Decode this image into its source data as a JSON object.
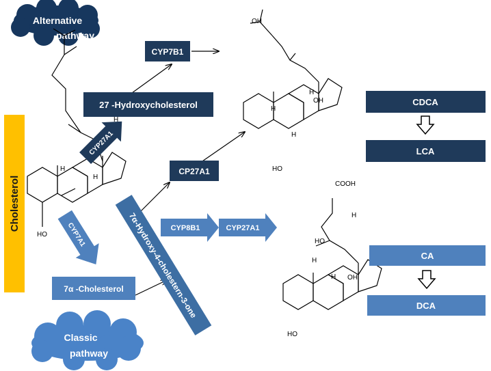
{
  "colors": {
    "dark_navy": "#1f3a5a",
    "mid_blue": "#3d6ea3",
    "light_blue": "#4f81bd",
    "cloud_dark": "#17375e",
    "cloud_light": "#4a83c8",
    "cholesterol_yellow": "#ffc000"
  },
  "clouds": {
    "alternative": {
      "line1": "Alternative",
      "line2": "pathway"
    },
    "classic": {
      "line1": "Classic",
      "line2": "pathway"
    }
  },
  "cholesterol": {
    "label": "Cholesterol"
  },
  "alternative_pathway": {
    "enzyme_1": "CYP27A1",
    "intermediate": "27 -Hydroxycholesterol",
    "enzyme_2": "CYP7B1"
  },
  "classic_pathway": {
    "enzyme_1": "CYP7A1",
    "intermediate_1": "7α -Cholesterol",
    "intermediate_2": "7α-Hydroxy-4-cholestern-3-one",
    "enzyme_cdca": "CP27A1",
    "enzyme_ca_1": "CYP8B1",
    "enzyme_ca_2": "CYP27A1"
  },
  "bile_acids": {
    "primary_1": "CDCA",
    "secondary_1": "LCA",
    "primary_2": "CA",
    "secondary_2": "DCA"
  },
  "structures": {
    "atoms": {
      "oh": "OH",
      "ho": "HO",
      "h": "H",
      "cooh": "COOH"
    }
  }
}
